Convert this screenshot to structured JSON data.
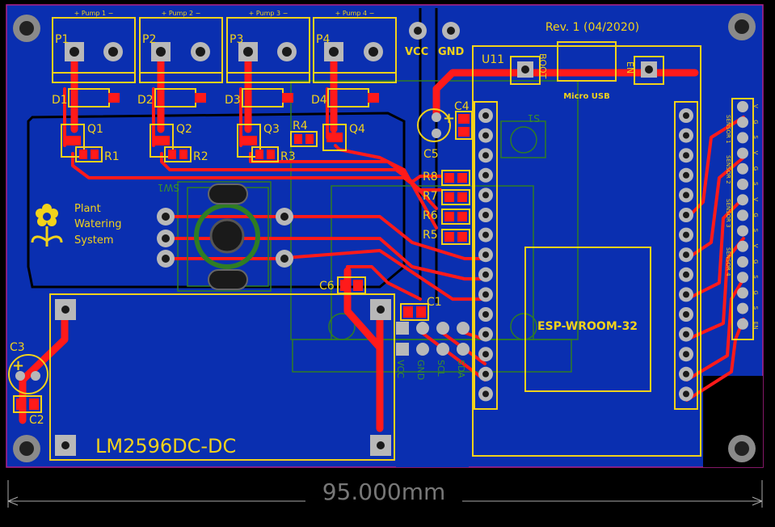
{
  "board": {
    "revision": "Rev. 1  (04/2020)",
    "dimension": "95.000mm",
    "logo_lines": [
      "Plant",
      "Watering",
      "System"
    ],
    "colors": {
      "board": "#0a2fb0",
      "silk": "#f2d21b",
      "trace": "#ff1a1a",
      "outline": "#b0208a"
    }
  },
  "power_pins": {
    "vcc": "VCC",
    "gnd": "GND"
  },
  "pumps": [
    {
      "header": "+  Pump 1  −",
      "ref": "P1",
      "diode": "D1",
      "mosfet": "Q1",
      "resistor": "R1"
    },
    {
      "header": "+  Pump 2  −",
      "ref": "P2",
      "diode": "D2",
      "mosfet": "Q2",
      "resistor": "R2"
    },
    {
      "header": "+  Pump 3  −",
      "ref": "P3",
      "diode": "D3",
      "mosfet": "Q3",
      "resistor": "R3"
    },
    {
      "header": "+  Pump 4  −",
      "ref": "P4",
      "diode": "D4",
      "mosfet": "Q4",
      "resistor": "R4"
    }
  ],
  "components": {
    "switch": "SW1",
    "switch2": "S1",
    "esp_ref": "U11",
    "esp_name": "ESP-WROOM-32",
    "boot": "BOOT",
    "en": "EN",
    "usb": "Micro USB",
    "c1": "C1",
    "c2": "C2",
    "c3": "C3",
    "c4": "C4",
    "c5": "C5",
    "c6": "C6",
    "r5": "R5",
    "r6": "R6",
    "r7": "R7",
    "r8": "R8",
    "dcdc": "LM2596DC-DC"
  },
  "i2c_labels": [
    "VCC",
    "GND",
    "SCL",
    "SDA"
  ],
  "sensor_labels": {
    "groups": [
      "SENSOR 1",
      "SENSOR 2",
      "SENSOR 3",
      "SENSOR 4"
    ],
    "pins": [
      "V",
      "G",
      "S",
      "V",
      "G",
      "S",
      "V",
      "G",
      "S",
      "V",
      "G",
      "S",
      "G",
      "S",
      "EN"
    ]
  }
}
